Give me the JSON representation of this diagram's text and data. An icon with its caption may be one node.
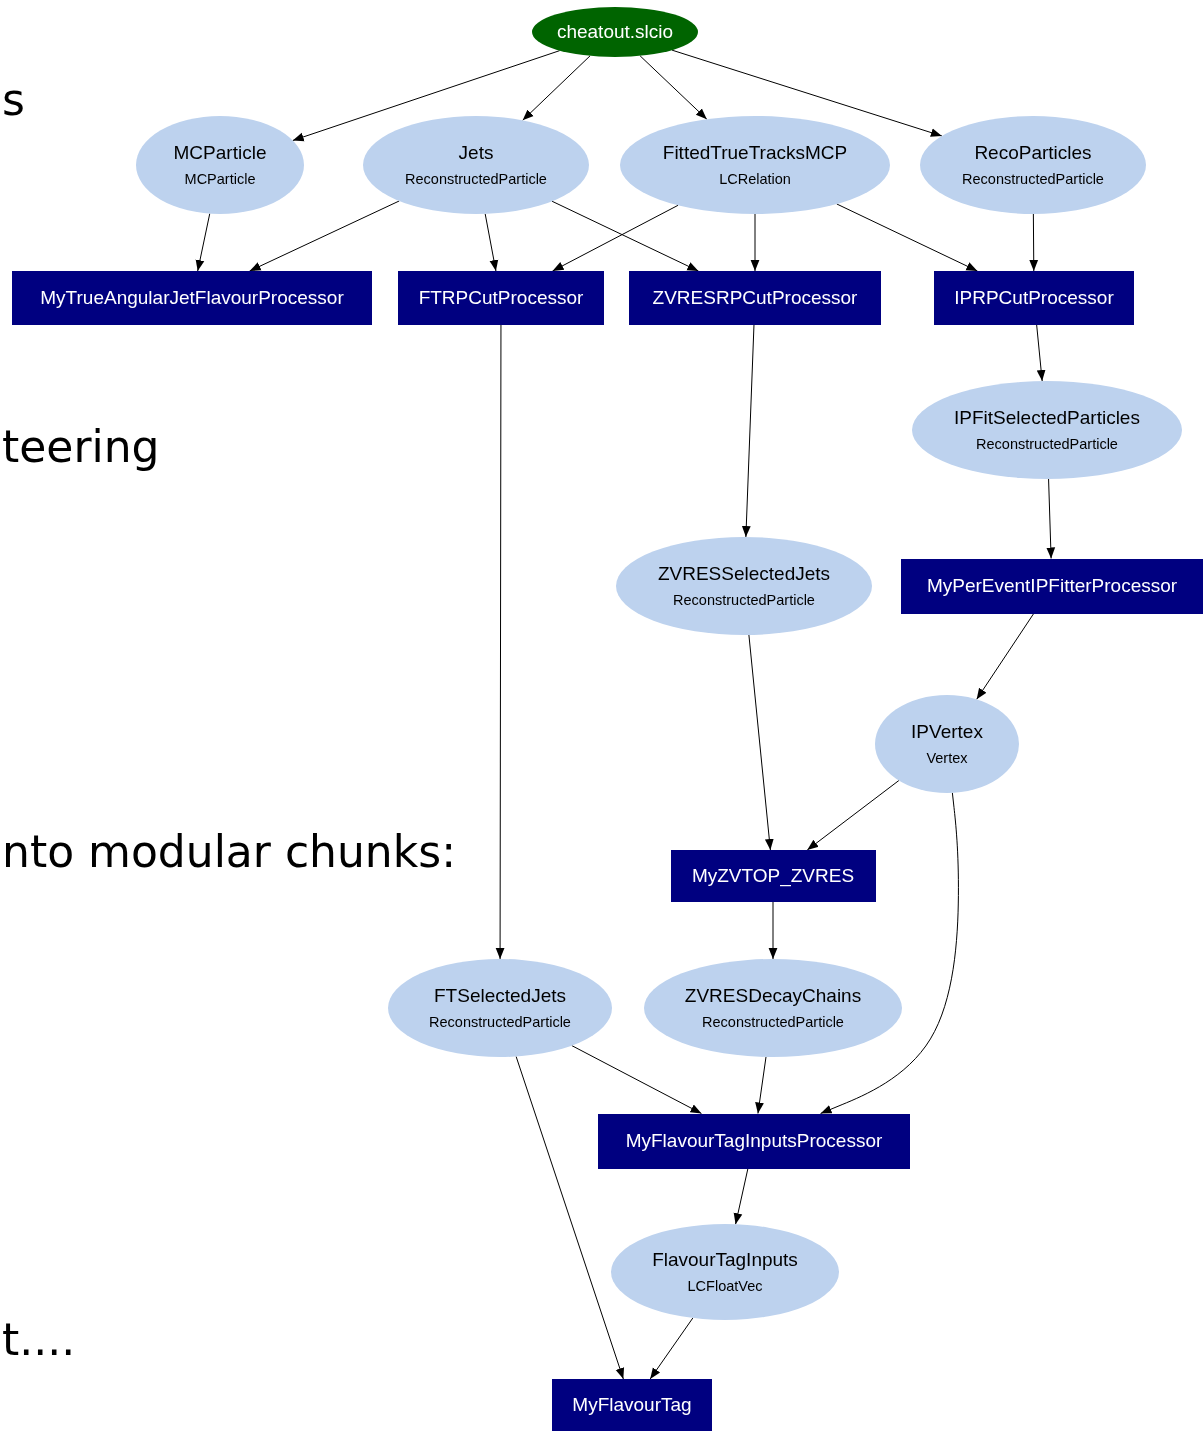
{
  "diagram": {
    "nodes": [
      {
        "text": [
          "cheatout.slcio"
        ]
      },
      {
        "text": [
          "MCParticle",
          "MCParticle"
        ]
      },
      {
        "text": [
          "Jets",
          "ReconstructedParticle"
        ]
      },
      {
        "text": [
          "FittedTrueTracksMCP",
          "LCRelation"
        ]
      },
      {
        "text": [
          "RecoParticles",
          "ReconstructedParticle"
        ]
      },
      {
        "text": [
          "MyTrueAngularJetFlavourProcessor"
        ]
      },
      {
        "text": [
          "FTRPCutProcessor"
        ]
      },
      {
        "text": [
          "ZVRESRPCutProcessor"
        ]
      },
      {
        "text": [
          "IPRPCutProcessor"
        ]
      },
      {
        "text": [
          "IPFitSelectedParticles",
          "ReconstructedParticle"
        ]
      },
      {
        "text": [
          "ZVRESSelectedJets",
          "ReconstructedParticle"
        ]
      },
      {
        "text": [
          "MyPerEventIPFitterProcessor"
        ]
      },
      {
        "text": [
          "IPVertex",
          "Vertex"
        ]
      },
      {
        "text": [
          "MyZVTOP_ZVRES"
        ]
      },
      {
        "text": [
          "FTSelectedJets",
          "ReconstructedParticle"
        ]
      },
      {
        "text": [
          "ZVRESDecayChains",
          "ReconstructedParticle"
        ]
      },
      {
        "text": [
          "MyFlavourTagInputsProcessor"
        ]
      },
      {
        "text": [
          "FlavourTagInputs",
          "LCFloatVec"
        ]
      },
      {
        "text": [
          "MyFlavourTag"
        ]
      }
    ],
    "edges": [
      {
        "from": 0,
        "to": 1,
        "arrow": "to"
      },
      {
        "from": 0,
        "to": 2,
        "arrow": "to"
      },
      {
        "from": 0,
        "to": 3,
        "arrow": "to"
      },
      {
        "from": 0,
        "to": 4,
        "arrow": "to"
      },
      {
        "from": 1,
        "to": 5,
        "arrow": "to"
      },
      {
        "from": 2,
        "to": 5,
        "arrow": "to"
      },
      {
        "from": 2,
        "to": 6,
        "arrow": "to"
      },
      {
        "from": 2,
        "to": 7,
        "arrow": "to"
      },
      {
        "from": 3,
        "to": 6,
        "arrow": "to"
      },
      {
        "from": 3,
        "to": 7,
        "arrow": "to"
      },
      {
        "from": 3,
        "to": 8,
        "arrow": "to"
      },
      {
        "from": 4,
        "to": 8,
        "arrow": "to"
      },
      {
        "from": 8,
        "to": 9,
        "arrow": "to"
      },
      {
        "from": 9,
        "to": 11,
        "arrow": "to"
      },
      {
        "from": 7,
        "to": 10,
        "arrow": "to"
      },
      {
        "from": 11,
        "to": 12,
        "arrow": "to"
      },
      {
        "from": 10,
        "to": 13,
        "arrow": "to"
      },
      {
        "from": 12,
        "to": 13,
        "arrow": "to"
      },
      {
        "from": 12,
        "to": 16,
        "arrow": "to"
      },
      {
        "from": 13,
        "to": 15,
        "arrow": "to"
      },
      {
        "from": 6,
        "to": 14,
        "arrow": "to"
      },
      {
        "from": 14,
        "to": 16,
        "arrow": "to"
      },
      {
        "from": 15,
        "to": 16,
        "arrow": "to"
      },
      {
        "from": 14,
        "to": 18,
        "arrow": "to"
      },
      {
        "from": 16,
        "to": 17,
        "arrow": "to"
      },
      {
        "from": 17,
        "to": 18,
        "arrow": "to"
      }
    ],
    "labels": [
      "s",
      "teering",
      "nto modular chunks:",
      "t...."
    ]
  }
}
